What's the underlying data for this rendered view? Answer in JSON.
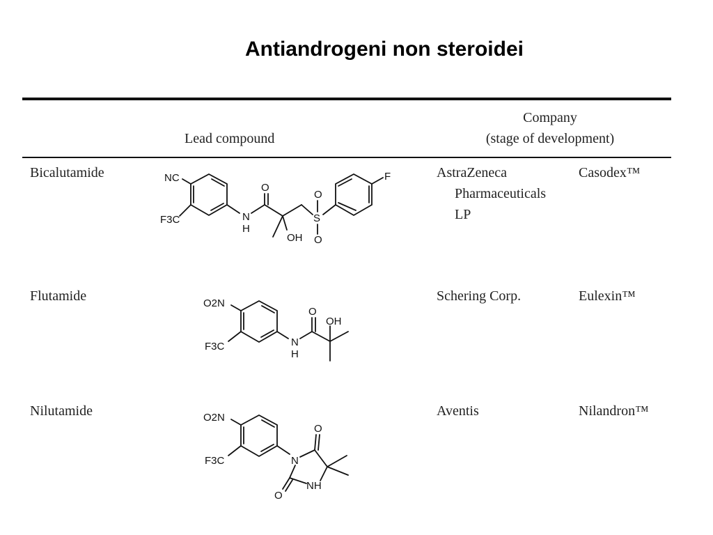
{
  "slide": {
    "title": "Antiandrogeni non steroidei"
  },
  "table": {
    "header": {
      "lead_compound": "Lead compound",
      "company_line1": "Company",
      "company_line2": "(stage of development)"
    },
    "rows": [
      {
        "name": "Bicalutamide",
        "company_lines": [
          "AstraZeneca",
          "Pharmaceuticals",
          "LP"
        ],
        "brand": "Casodex™",
        "structure_labels": {
          "nc": "NC",
          "f3c": "F3C",
          "nh_n": "N",
          "nh_h": "H",
          "o_carbonyl": "O",
          "oh": "OH",
          "s": "S",
          "o_top": "O",
          "o_bottom": "O",
          "f": "F"
        }
      },
      {
        "name": "Flutamide",
        "company_lines": [
          "Schering Corp."
        ],
        "brand": "Eulexin™",
        "structure_labels": {
          "o2n": "O2N",
          "f3c": "F3C",
          "nh_n": "N",
          "nh_h": "H",
          "o_carbonyl": "O",
          "oh": "OH"
        }
      },
      {
        "name": "Nilutamide",
        "company_lines": [
          "Aventis"
        ],
        "brand": "Nilandron™",
        "structure_labels": {
          "o2n": "O2N",
          "f3c": "F3C",
          "n": "N",
          "o_top": "O",
          "o_bottom": "O",
          "nh": "NH"
        }
      }
    ]
  }
}
